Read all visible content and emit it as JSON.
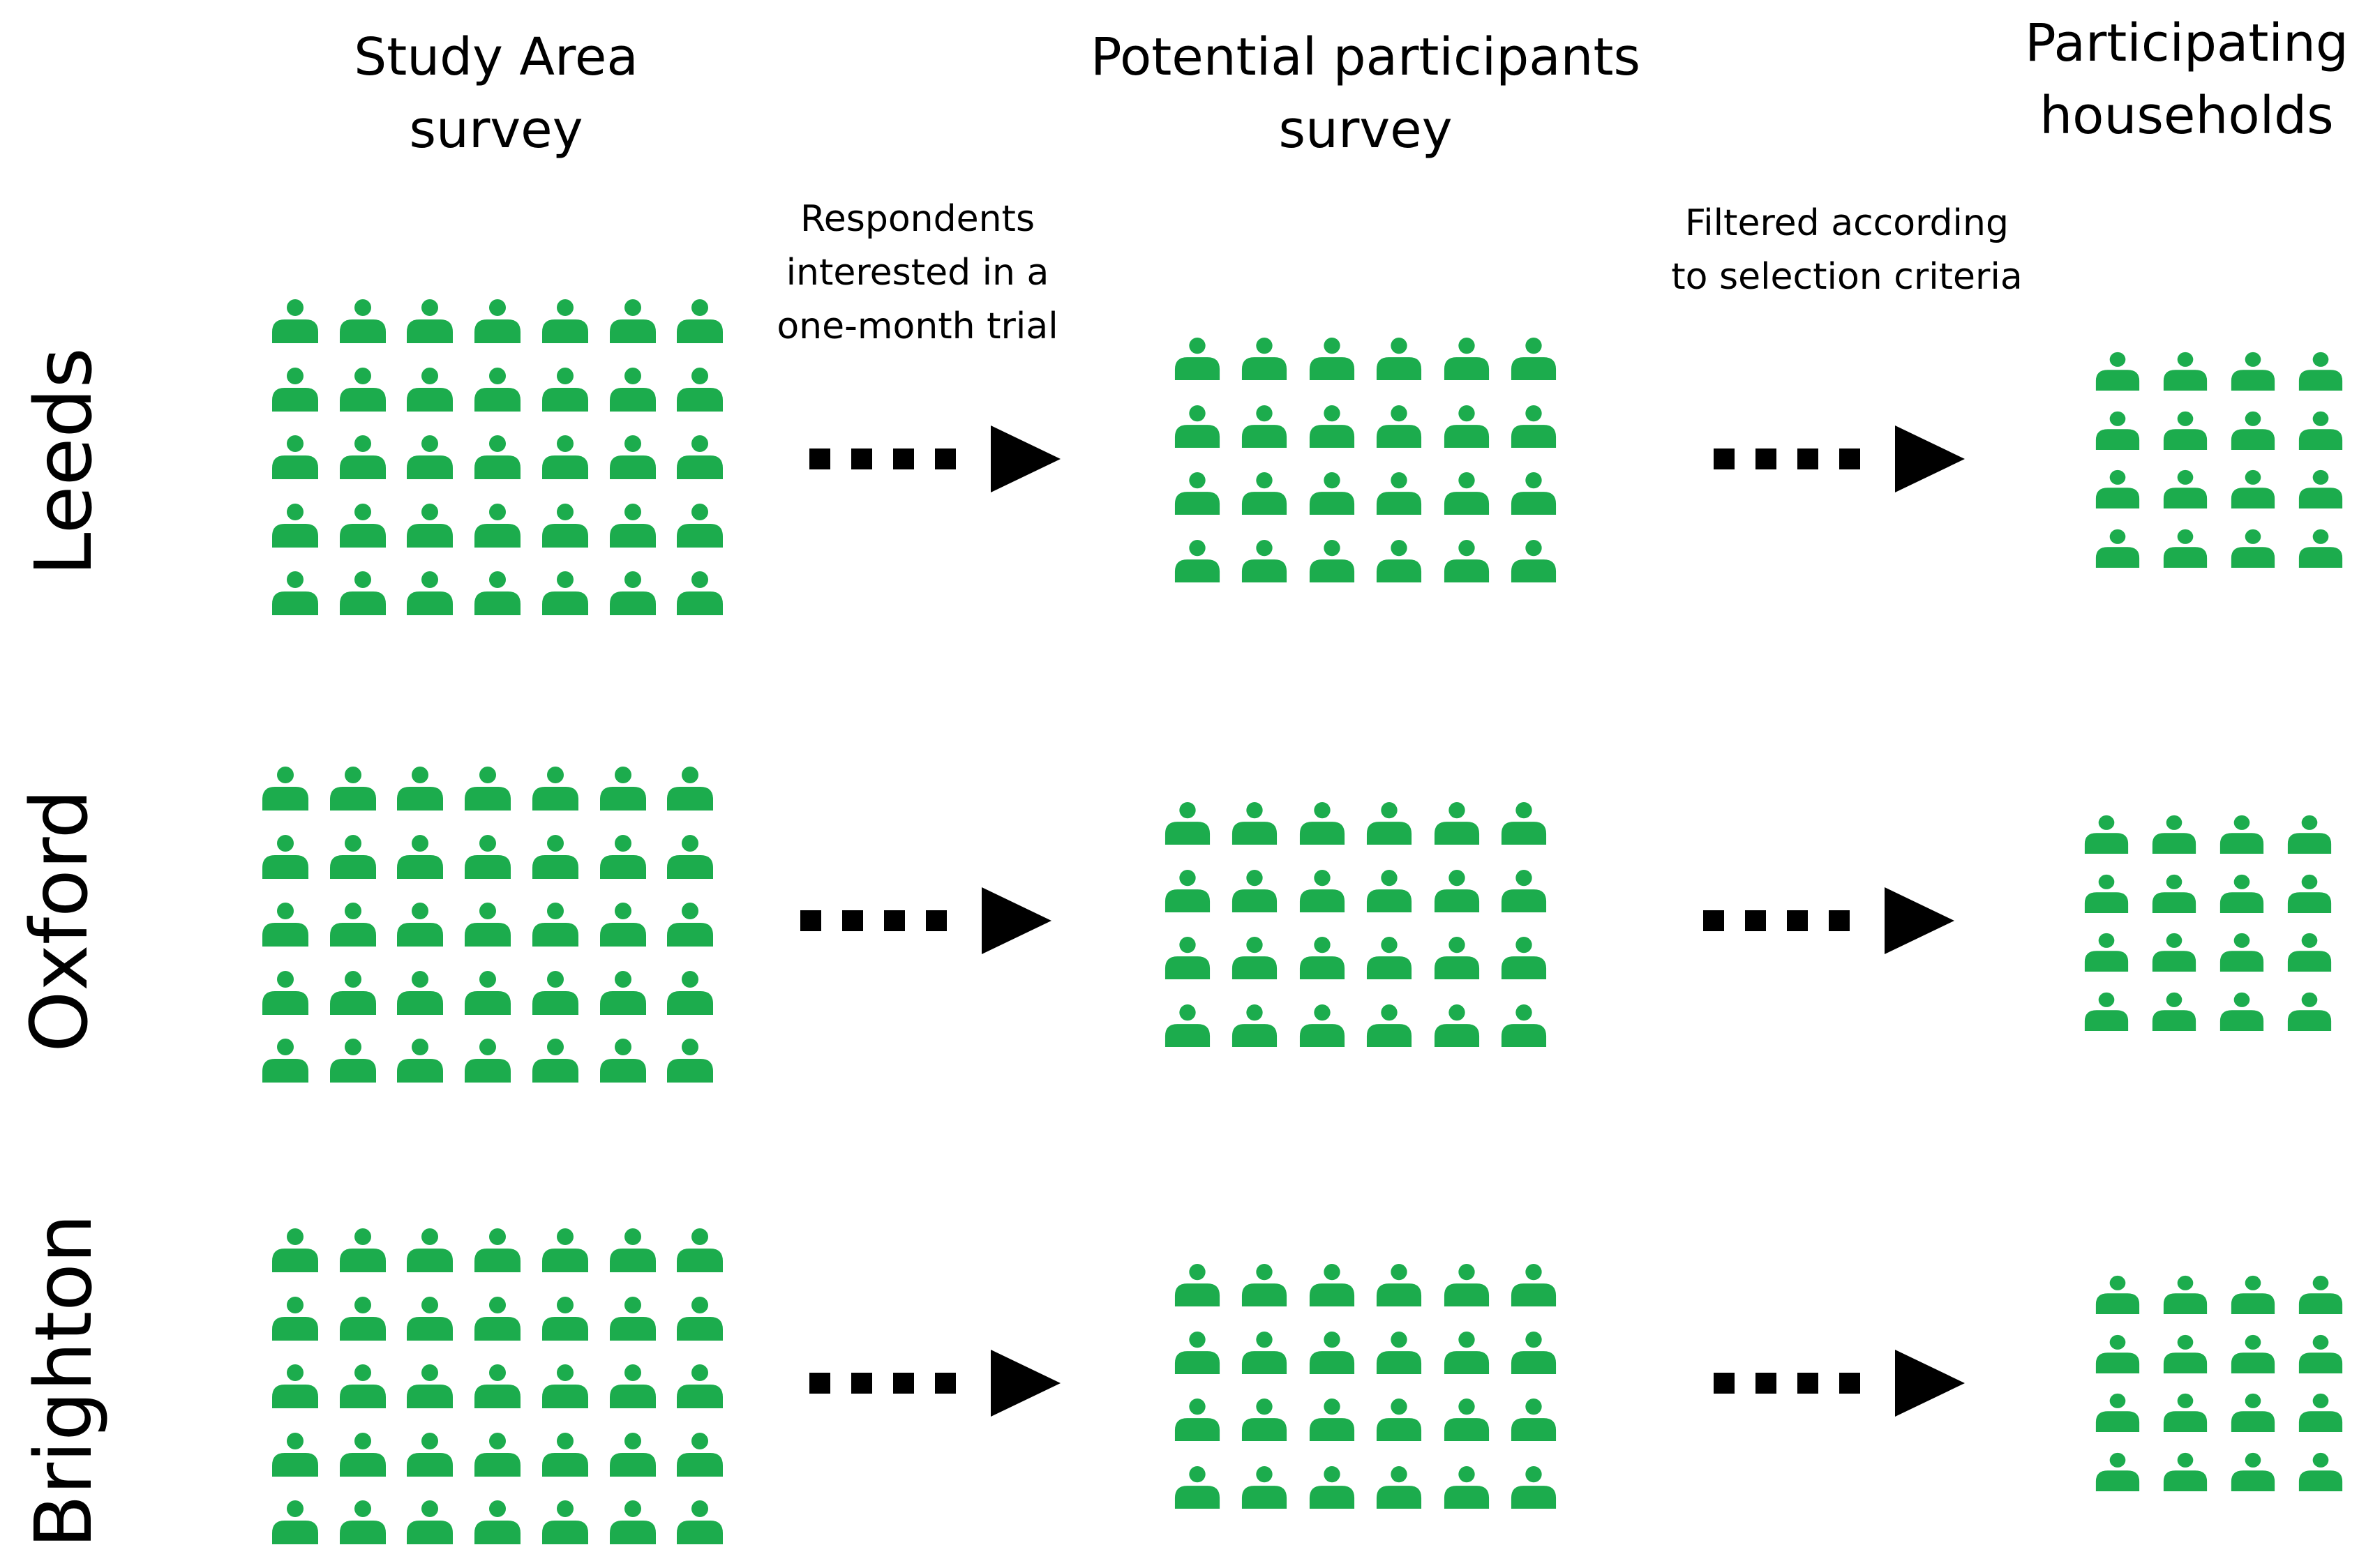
{
  "columns": [
    {
      "title_line1": "Study Area",
      "title_line2": "survey"
    },
    {
      "title_line1": "Potential participants",
      "title_line2": "survey"
    },
    {
      "title_line1": "Participating",
      "title_line2": "households"
    }
  ],
  "transitions": [
    {
      "line1": "Respondents",
      "line2": "interested in a",
      "line3": "one-month trial"
    },
    {
      "line1": "Filtered according",
      "line2": "to selection criteria"
    }
  ],
  "rows": [
    {
      "label": "Leeds"
    },
    {
      "label": "Oxford"
    },
    {
      "label": "Brighton"
    }
  ],
  "icon": "person-icon",
  "colors": {
    "icon": "#1cac4d",
    "arrow": "#000000",
    "text": "#000000"
  }
}
